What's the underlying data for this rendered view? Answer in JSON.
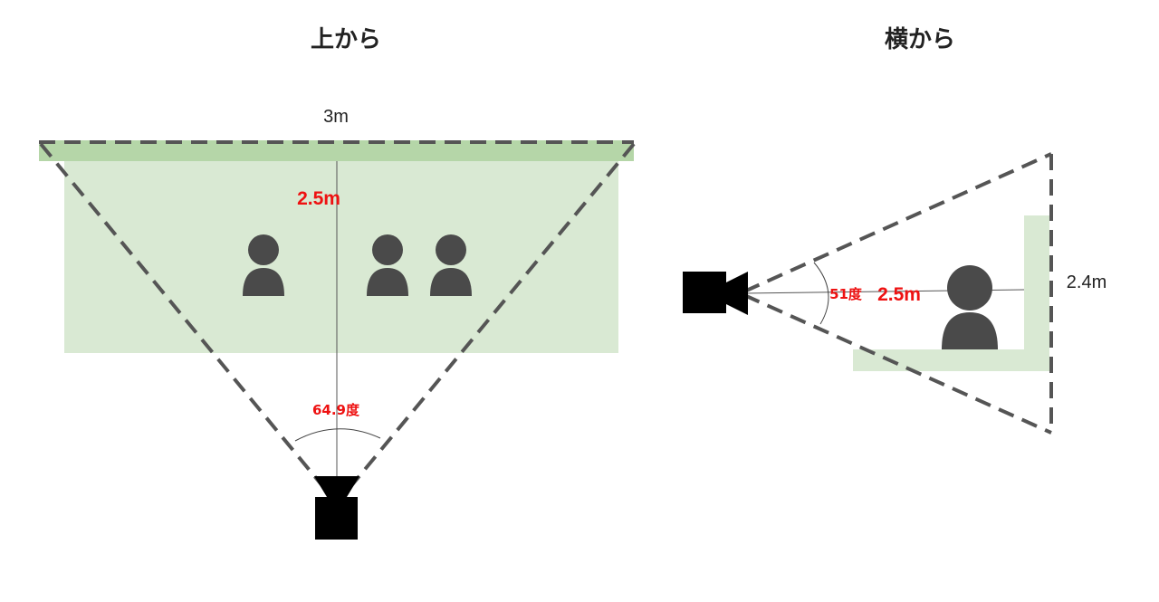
{
  "top_view": {
    "title": "上から",
    "width_label": "3m",
    "distance_label": "2.5m",
    "angle_label": "64.9度",
    "person_count": 3
  },
  "side_view": {
    "title": "横から",
    "height_label": "2.4m",
    "distance_label": "2.5m",
    "angle_label": "51度",
    "person_count": 1
  },
  "colors": {
    "area_fill": "#d9e9d3",
    "wall_fill": "#b5d6a8",
    "dash": "#555555",
    "person": "#4a4a4a",
    "camera": "#000000",
    "label_red": "#ee1111",
    "label_dark": "#222222"
  },
  "icons": [
    "person-icon",
    "camera-icon"
  ]
}
